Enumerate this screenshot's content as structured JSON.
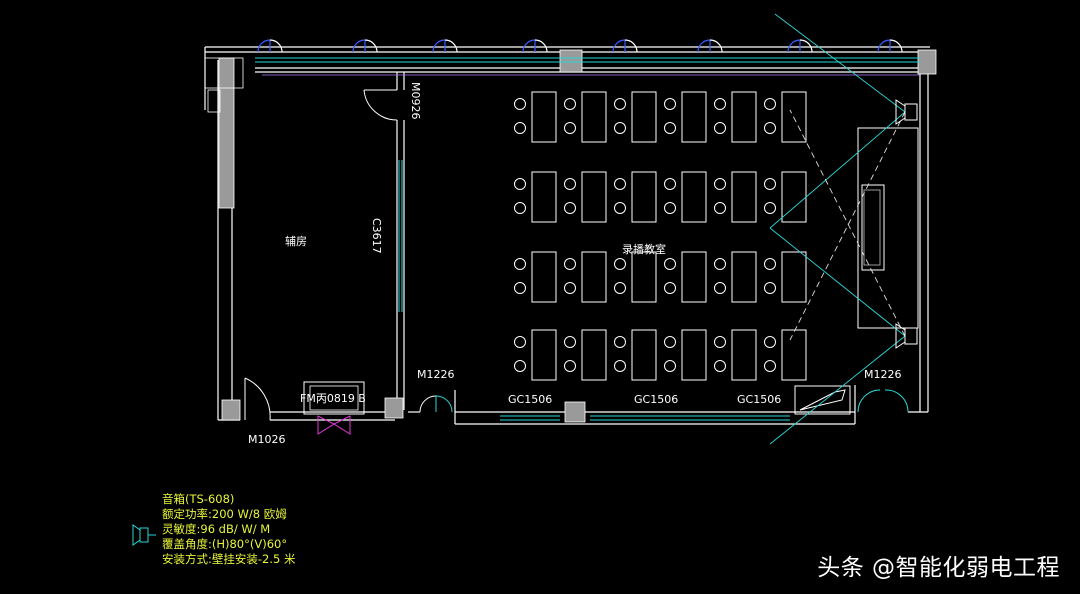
{
  "drawing": {
    "rooms": {
      "aux_room": "辅房",
      "classroom": "录播教室"
    },
    "doors": {
      "m0926": "M0926",
      "m1226_left": "M1226",
      "m1226_right": "M1226",
      "m1026": "M1026",
      "fm": "FM丙0819 B"
    },
    "windows": {
      "c3617": "C3617",
      "gc1": "GC1506",
      "gc2": "GC1506",
      "gc3": "GC1506"
    }
  },
  "legend": {
    "title": "音箱(TS-608)",
    "line1": "额定功率:200 W/8 欧姆",
    "line2": "灵敏度:96 dB/ W/ M",
    "line3": "覆盖角度:(H)80°(V)60°",
    "line4": "安装方式:壁挂安装-2.5 米"
  },
  "watermark": "头条 @智能化弱电工程",
  "colors": {
    "wall": "#ffffff",
    "column": "#9a9a9a",
    "window": "#2ad6d6",
    "door_blue": "#3a5cff",
    "door_magenta": "#e23ad8",
    "furniture": "#ffffff",
    "legend": "#e8f53a",
    "speaker": "#2ad6d6"
  }
}
